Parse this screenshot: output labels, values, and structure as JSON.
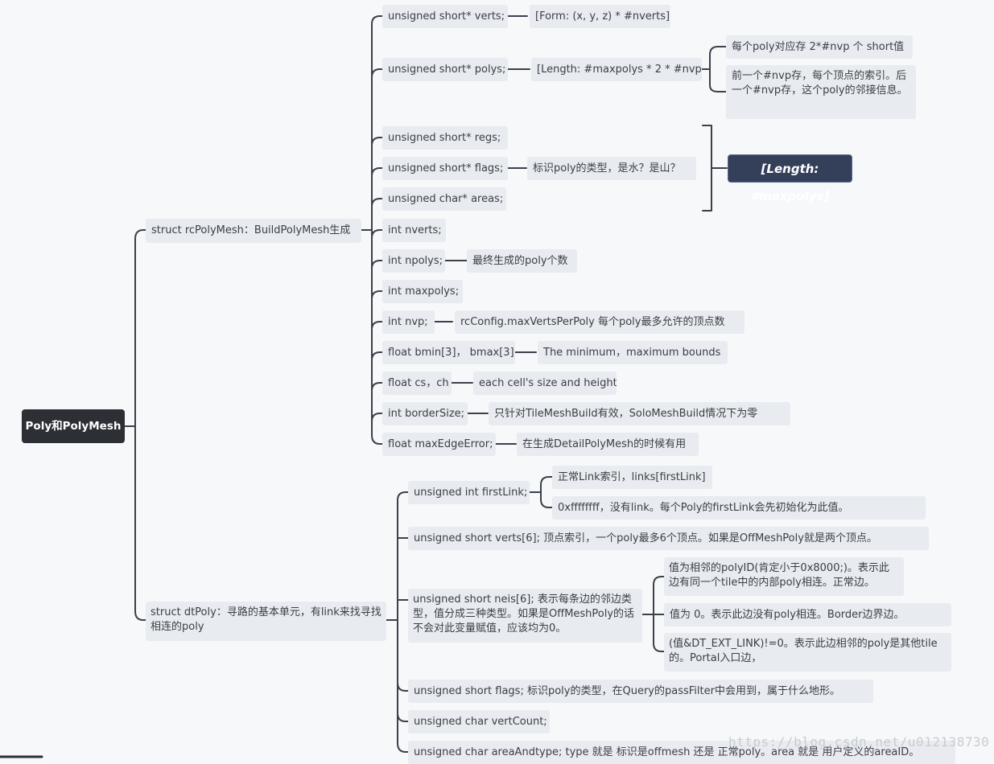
{
  "root": {
    "label": "Poly和PolyMesh"
  },
  "rcPolyMesh": {
    "label": "struct rcPolyMesh：BuildPolyMesh生成",
    "fields": {
      "verts": {
        "label": "unsigned short* verts;",
        "note": "[Form: (x, y, z) * #nverts]"
      },
      "polys": {
        "label": "unsigned short* polys;",
        "note": "[Length: #maxpolys * 2 * #nvp]",
        "details": [
          "每个poly对应存 2*#nvp 个 short值",
          "前一个#nvp存，每个顶点的索引。后一个#nvp存，这个poly的邻接信息。"
        ]
      },
      "regs": {
        "label": "unsigned short* regs;"
      },
      "flags": {
        "label": "unsigned short* flags;",
        "note": "标识poly的类型，是水？是山？"
      },
      "areas": {
        "label": "unsigned char* areas;"
      },
      "group_summary": "[Length: #maxpolys]",
      "nverts": {
        "label": "int nverts;"
      },
      "npolys": {
        "label": "int npolys;",
        "note": "最终生成的poly个数"
      },
      "maxpolys": {
        "label": "int maxpolys;"
      },
      "nvp": {
        "label": "int nvp;",
        "note": "rcConfig.maxVertsPerPoly 每个poly最多允许的顶点数"
      },
      "bounds": {
        "label": "float bmin[3]， bmax[3]",
        "note": "The minimum，maximum bounds"
      },
      "cs_ch": {
        "label": "float cs，ch",
        "note": "each cell's size and height"
      },
      "borderSize": {
        "label": "int borderSize;",
        "note": "只针对TileMeshBuild有效，SoloMeshBuild情况下为零"
      },
      "maxEdgeError": {
        "label": "float maxEdgeError;",
        "note": "在生成DetailPolyMesh的时候有用"
      }
    }
  },
  "dtPoly": {
    "label": "struct dtPoly：寻路的基本单元，有link来找寻找相连的poly",
    "fields": {
      "firstLink": {
        "label": "unsigned int firstLink;",
        "details": [
          "正常Link索引，links[firstLink]",
          "0xffffffff，没有link。每个Poly的firstLink会先初始化为此值。"
        ]
      },
      "verts": {
        "label": "unsigned short verts[6];    顶点索引，一个poly最多6个顶点。如果是OffMeshPoly就是两个顶点。"
      },
      "neis": {
        "label": "unsigned short neis[6];    表示每条边的邻边类型，值分成三种类型。如果是OffMeshPoly的话不会对此变量赋值，应该均为0。",
        "details": [
          "值为相邻的polyID(肯定小于0x8000;)。表示此边有同一个tile中的内部poly相连。正常边。",
          "值为 0。表示此边没有poly相连。Border边界边。",
          "(值&DT_EXT_LINK)!=0。表示此边相邻的poly是其他tile的。Portal入口边，"
        ]
      },
      "flags": {
        "label": "unsigned short flags;    标识poly的类型，在Query的passFilter中会用到，属于什么地形。"
      },
      "vertCount": {
        "label": "unsigned char vertCount;"
      },
      "areaAndtype": {
        "label": "unsigned char areaAndtype;    type 就是 标识是offmesh 还是 正常poly。area 就是  用户定义的areaID。"
      }
    }
  },
  "watermark": "https://blog.csdn.net/u012138730",
  "colors": {
    "node_bg": "#e8ebef",
    "root_bg": "#2c2f33",
    "summary_bg": "#34405a",
    "line": "#3a414b"
  }
}
